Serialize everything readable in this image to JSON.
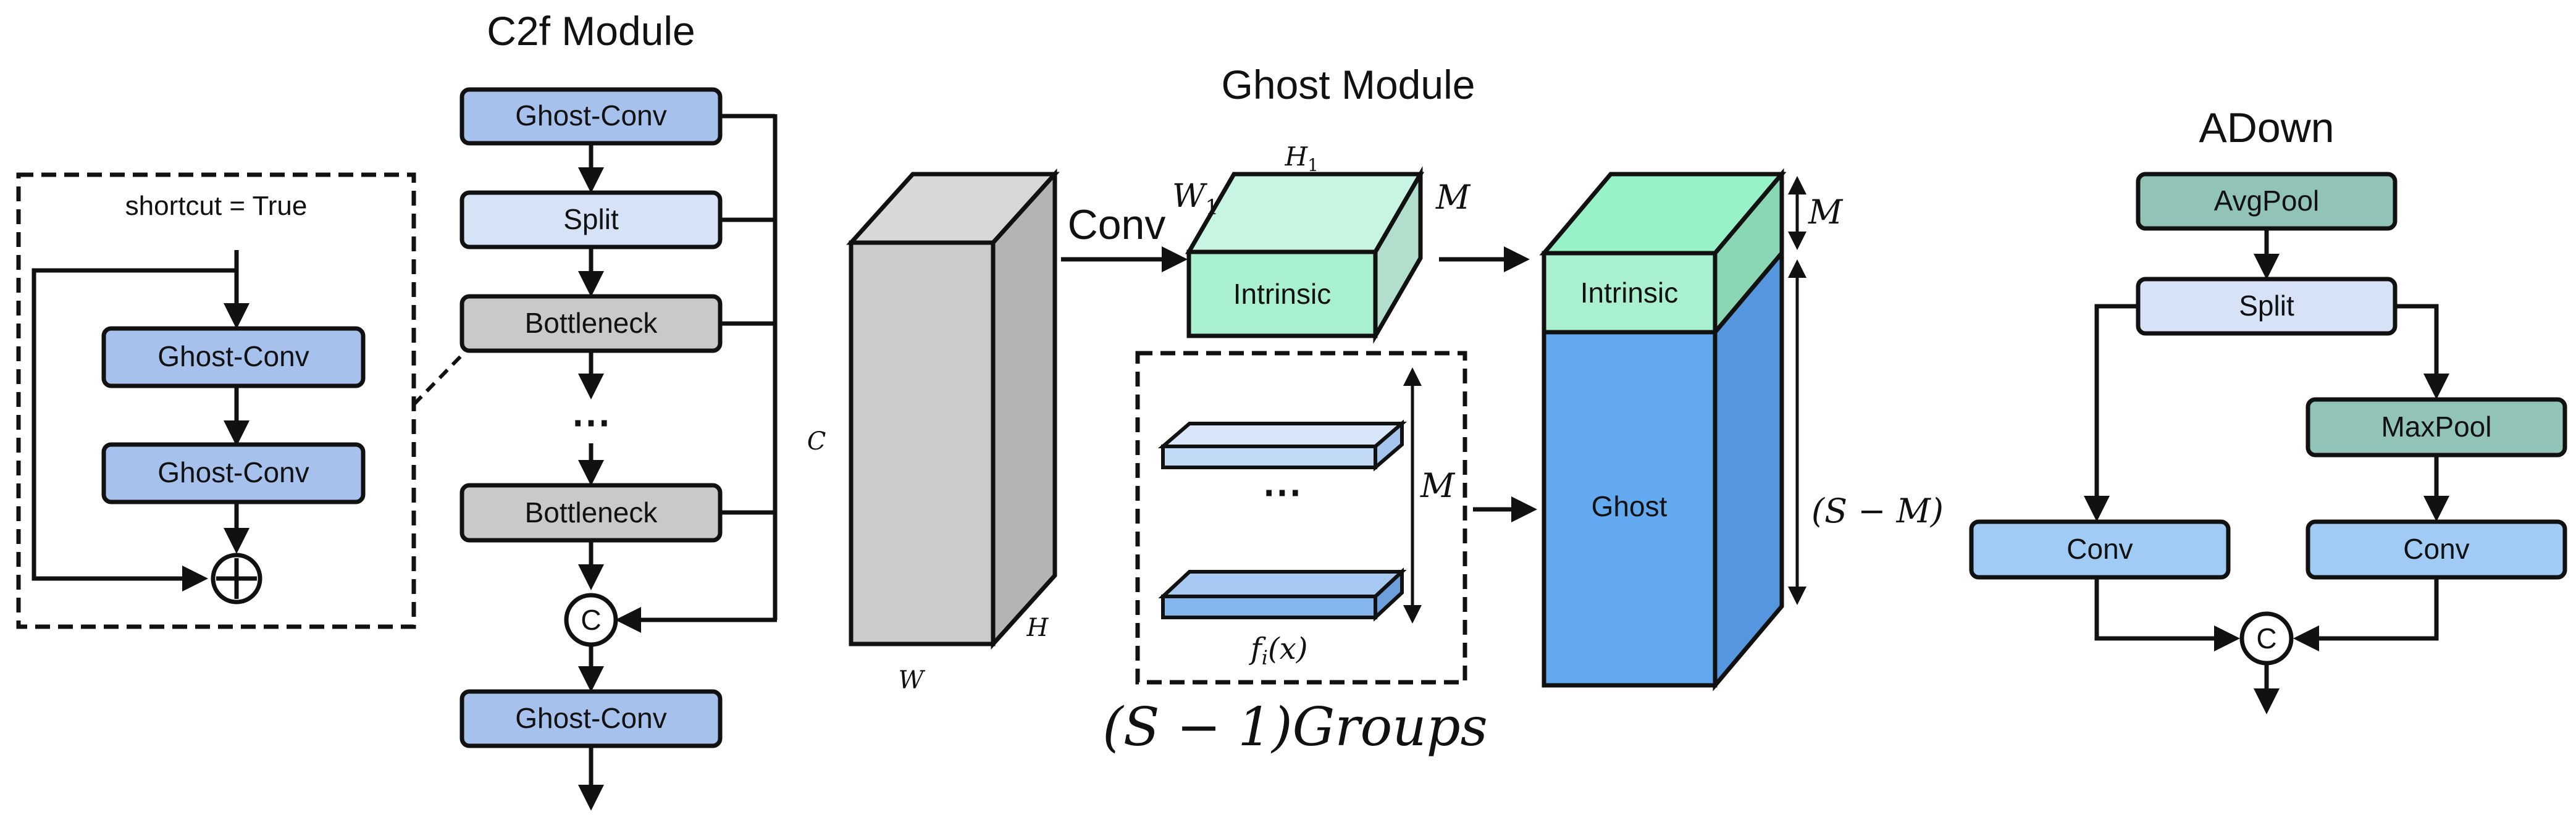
{
  "colors": {
    "ghost_conv": "#a7c1ed",
    "split": "#d6e3f7",
    "bottleneck": "#c9c9c9",
    "teal": "#92c3b8",
    "conv_blue": "#9fcbf5",
    "intrinsic": "#a9f0cf",
    "ghost_blue": "#62a9f0",
    "slab": "#c3daf6",
    "slab2": "#86b6ee",
    "gray_block": "#cbcbcb"
  },
  "shortcut": {
    "title": "shortcut = True",
    "conv1": "Ghost-Conv",
    "conv2": "Ghost-Conv",
    "add_symbol": "⊕"
  },
  "c2f": {
    "title": "C2f Module",
    "conv_top": "Ghost-Conv",
    "split": "Split",
    "bottleneck1": "Bottleneck",
    "ellipsis": "⋯",
    "bottleneck2": "Bottleneck",
    "concat": "C",
    "conv_bottom": "Ghost-Conv"
  },
  "ghost": {
    "title": "Ghost Module",
    "input_c": "C",
    "input_w": "W",
    "input_h": "H",
    "conv": "Conv",
    "h1": "H",
    "h1_sub": "1",
    "w1": "W",
    "w1_sub": "1",
    "m_intrinsic": "M",
    "intrinsic": "Intrinsic",
    "ellipsis": "⋯",
    "m_groups": "M",
    "f_f": "f",
    "f_sub": "i",
    "f_arg": "(x)",
    "groups": "(S − 1)Groups",
    "out_intrinsic": "Intrinsic",
    "out_ghost": "Ghost",
    "dim_m": "M",
    "dim_sm": "(S − M)"
  },
  "adown": {
    "title": "ADown",
    "avgpool": "AvgPool",
    "split": "Split",
    "maxpool": "MaxPool",
    "conv_left": "Conv",
    "conv_right": "Conv",
    "concat": "C"
  }
}
